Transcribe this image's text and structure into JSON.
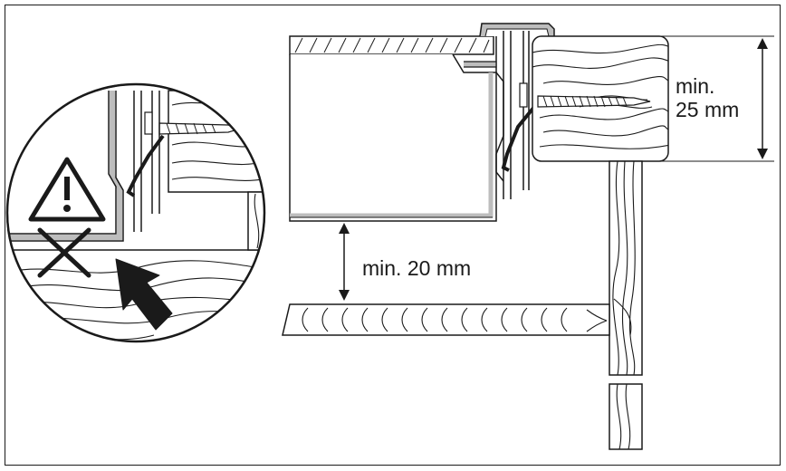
{
  "labels": {
    "gap_below": "min. 20 mm",
    "thickness_line1": "min.",
    "thickness_line2": "25 mm"
  },
  "icons": {
    "warning": "warning-triangle-icon",
    "not_allowed": "cross-icon",
    "direction": "arrow-icon"
  },
  "colors": {
    "line": "#1a1a1a",
    "metal": "#bdbdbd",
    "background": "#ffffff"
  }
}
